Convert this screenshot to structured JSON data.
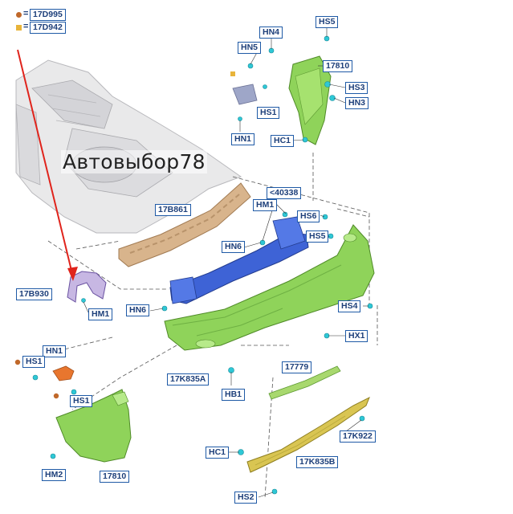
{
  "legend": [
    {
      "code": "17D995",
      "marker": "dot",
      "color": "#c0682a"
    },
    {
      "code": "17D942",
      "marker": "square",
      "color": "#e8b43a"
    }
  ],
  "watermark": "Автовыбор78",
  "labels": {
    "hs5_top": "HS5",
    "hn4": "HN4",
    "hn5": "HN5",
    "n17810_top": "17810",
    "hs3": "HS3",
    "hn3": "HN3",
    "hs1_top": "HS1",
    "hn1_top": "HN1",
    "hc1_top": "HC1",
    "n40338": "<40338",
    "n17b861": "17B861",
    "hm1_upper": "HM1",
    "hs6_upper": "HS6",
    "hs5_mid": "HS5",
    "hn6_upper": "HN6",
    "n17b930": "17B930",
    "hm1_lower": "HM1",
    "hn6_lower": "HN6",
    "hs4": "HS4",
    "hx1": "HX1",
    "hn1_left": "HN1",
    "hs1_left": "HS1",
    "hs1_mid": "HS1",
    "n17k835a": "17K835A",
    "hb1": "HB1",
    "n17779": "17779",
    "k922": "17K922",
    "hm2": "HM2",
    "n17810_bottom": "17810",
    "hc1_bottom": "HC1",
    "n17k835b": "17K835B",
    "hs2": "HS2"
  },
  "colors": {
    "label_border": "#1f5aa6",
    "label_text": "#1d3f7a",
    "bumper_green": "#8fd35a",
    "reinforcement_blue": "#3e63d6",
    "absorber_tan": "#d8b48c",
    "strip_yellow": "#d9c552",
    "arrow_red": "#e0241c",
    "fastener_cyan": "#2ec8d6"
  }
}
